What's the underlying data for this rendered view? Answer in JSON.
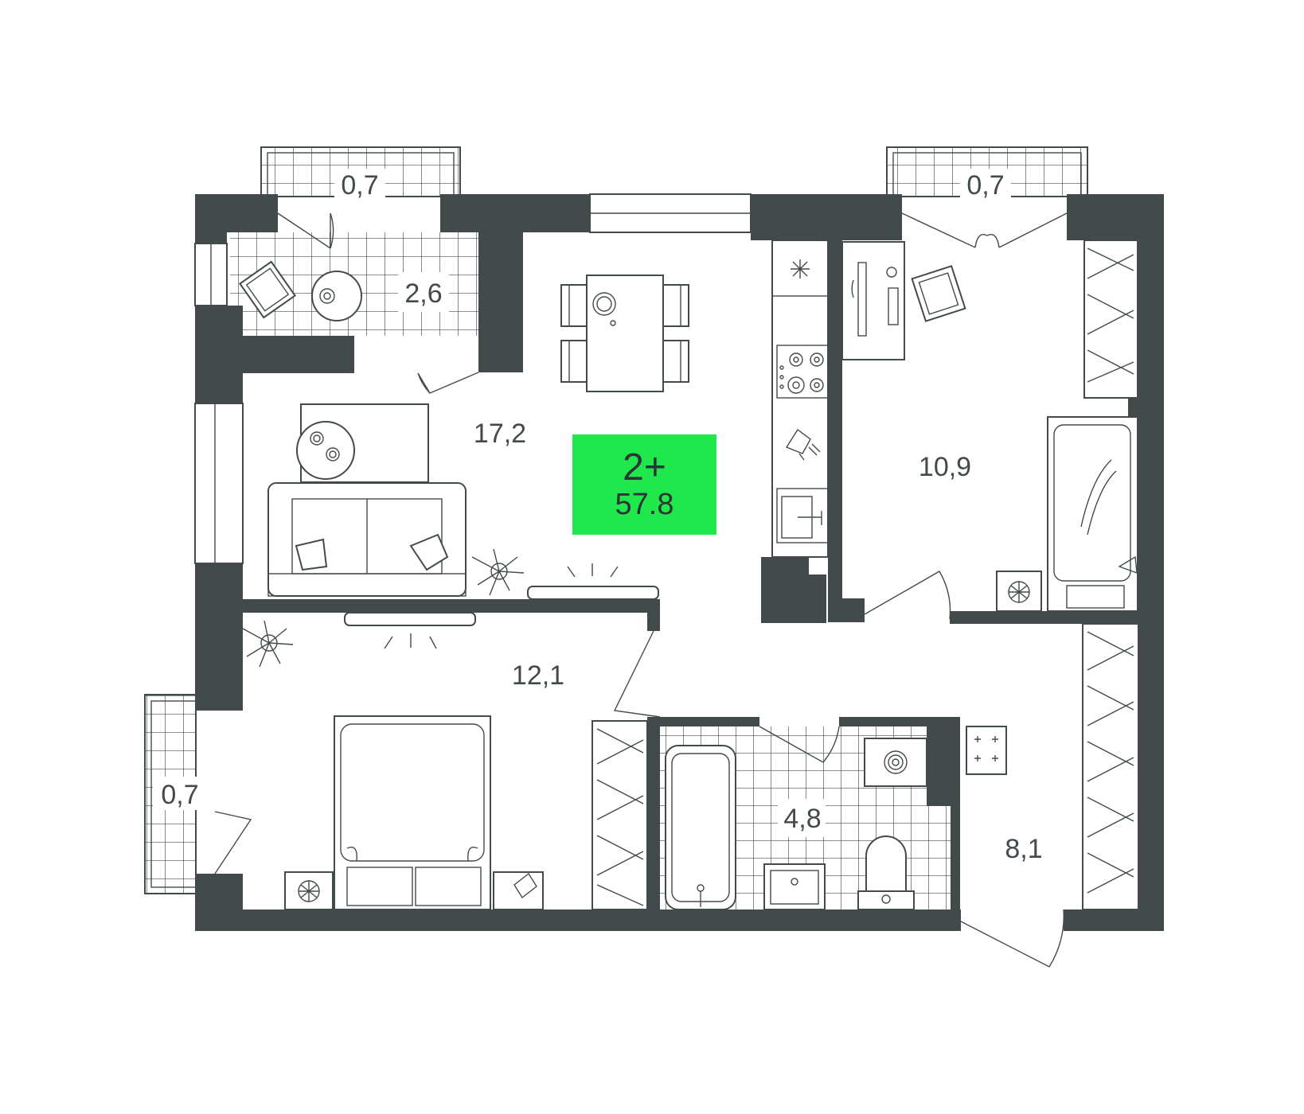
{
  "plan": {
    "rooms_badge": "2+",
    "total_area": "57.8",
    "badge_color": "#1ee84b",
    "wall_color": "#434a4c",
    "areas": {
      "balcony_top_left": "0,7",
      "balcony_top_right": "0,7",
      "balcony_left": "0,7",
      "loggia": "2,6",
      "living_kitchen": "17,2",
      "bedroom_right": "10,9",
      "bedroom_left": "12,1",
      "bathroom": "4,8",
      "hallway": "8,1"
    }
  }
}
